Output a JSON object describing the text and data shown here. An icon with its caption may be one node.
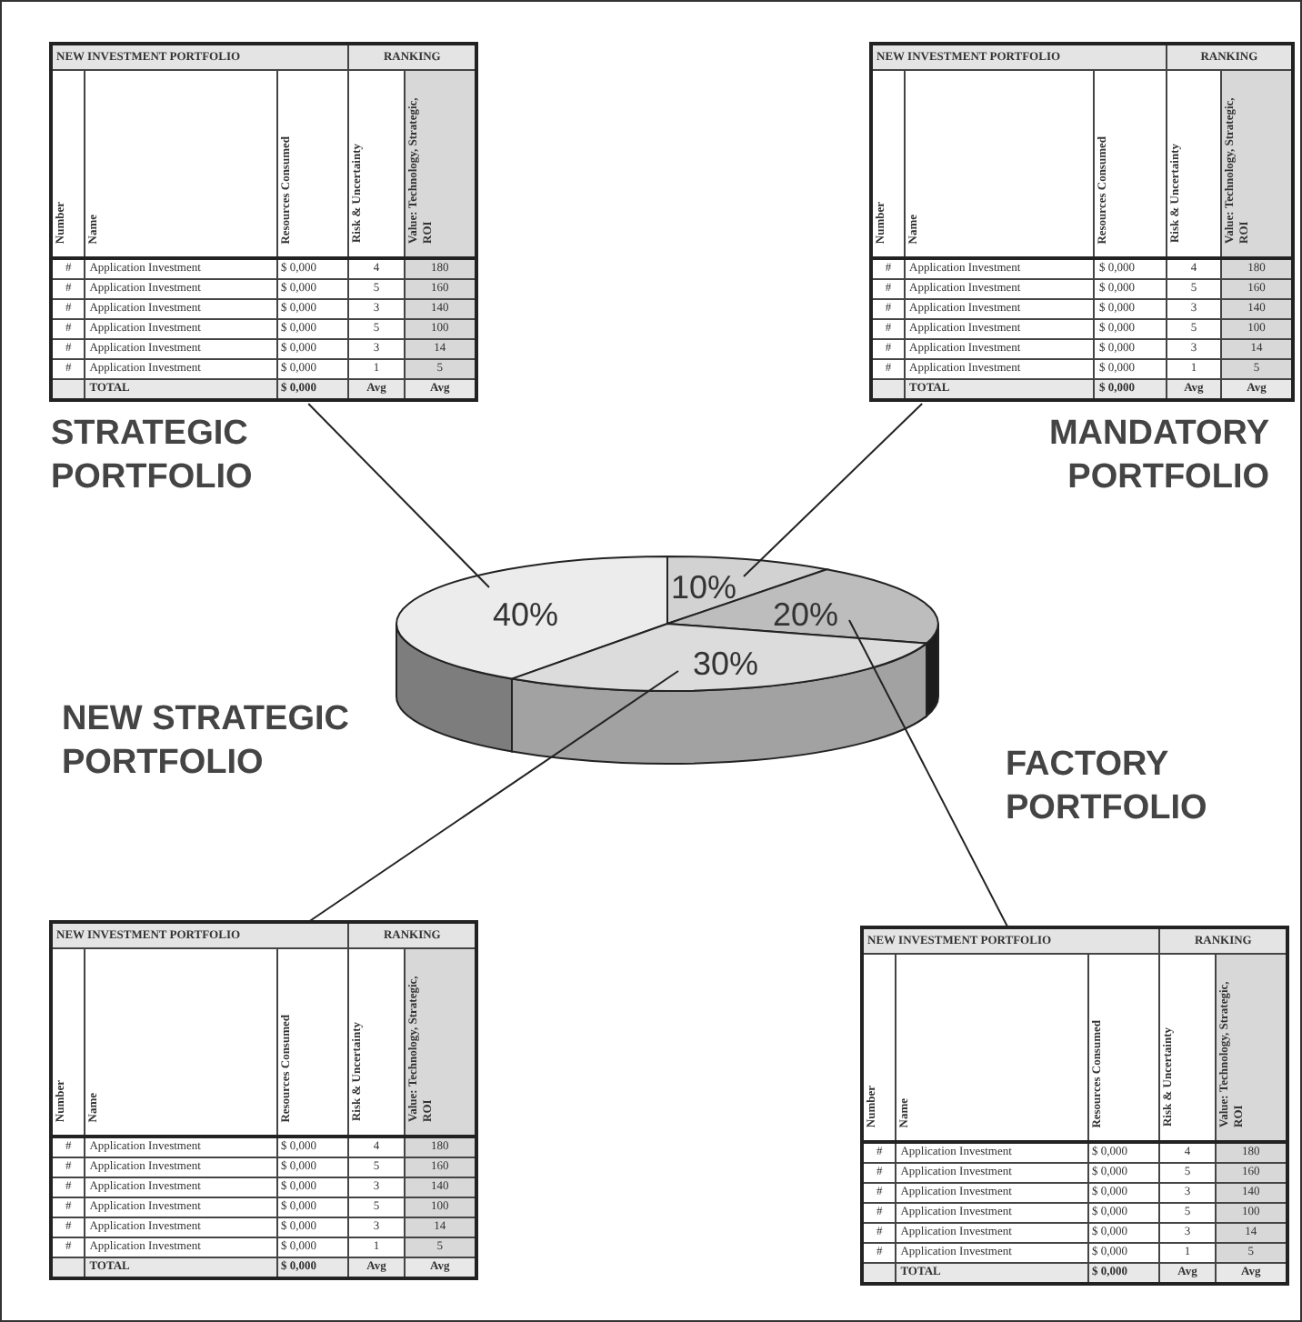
{
  "diagram": {
    "nodes": [
      {
        "text": [
          "NEW INVESTMENT PORTFOLIO",
          "RANKING",
          "Number",
          "Name",
          "Resources Consumed",
          "Risk & Uncertainty",
          "Value: Technology, Strategic, ROI",
          "#",
          "Application Investment",
          "$ 0,000",
          "4",
          "180",
          "#",
          "Application Investment",
          "$ 0,000",
          "5",
          "160",
          "#",
          "Application Investment",
          "$ 0,000",
          "3",
          "140",
          "#",
          "Application Investment",
          "$ 0,000",
          "5",
          "100",
          "#",
          "Application Investment",
          "$ 0,000",
          "3",
          "14",
          "#",
          "Application Investment",
          "$ 0,000",
          "1",
          "5",
          "TOTAL",
          "$ 0,000",
          "Avg",
          "Avg"
        ],
        "beside": [
          "STRATEGIC PORTFOLIO"
        ]
      },
      {
        "text": [
          "NEW INVESTMENT PORTFOLIO",
          "RANKING",
          "Number",
          "Name",
          "Resources Consumed",
          "Risk & Uncertainty",
          "Value: Technology, Strategic, ROI",
          "#",
          "Application Investment",
          "$ 0,000",
          "4",
          "180",
          "#",
          "Application Investment",
          "$ 0,000",
          "5",
          "160",
          "#",
          "Application Investment",
          "$ 0,000",
          "3",
          "140",
          "#",
          "Application Investment",
          "$ 0,000",
          "5",
          "100",
          "#",
          "Application Investment",
          "$ 0,000",
          "3",
          "14",
          "#",
          "Application Investment",
          "$ 0,000",
          "1",
          "5",
          "TOTAL",
          "$ 0,000",
          "Avg",
          "Avg"
        ],
        "beside": [
          "MANDATORY PORTFOLIO"
        ]
      },
      {
        "text": [
          "40%"
        ]
      },
      {
        "text": [
          "10%"
        ]
      },
      {
        "text": [
          "20%"
        ]
      },
      {
        "text": [
          "30%"
        ]
      },
      {
        "text": [
          "NEW INVESTMENT PORTFOLIO",
          "RANKING",
          "Number",
          "Name",
          "Resources Consumed",
          "Risk & Uncertainty",
          "Value: Technology, Strategic, ROI",
          "#",
          "Application Investment",
          "$ 0,000",
          "4",
          "180",
          "#",
          "Application Investment",
          "$ 0,000",
          "5",
          "160",
          "#",
          "Application Investment",
          "$ 0,000",
          "3",
          "140",
          "#",
          "Application Investment",
          "$ 0,000",
          "5",
          "100",
          "#",
          "Application Investment",
          "$ 0,000",
          "3",
          "14",
          "#",
          "Application Investment",
          "$ 0,000",
          "1",
          "5",
          "TOTAL",
          "$ 0,000",
          "Avg",
          "Avg"
        ]
      },
      {
        "text": [
          "NEW INVESTMENT PORTFOLIO",
          "RANKING",
          "Number",
          "Name",
          "Resources Consumed",
          "Risk & Uncertainty",
          "Value: Technology, Strategic, ROI",
          "#",
          "Application Investment",
          "$ 0,000",
          "4",
          "180",
          "#",
          "Application Investment",
          "$ 0,000",
          "5",
          "160",
          "#",
          "Application Investment",
          "$ 0,000",
          "3",
          "140",
          "#",
          "Application Investment",
          "$ 0,000",
          "5",
          "100",
          "#",
          "Application Investment",
          "$ 0,000",
          "3",
          "14",
          "#",
          "Application Investment",
          "$ 0,000",
          "1",
          "5",
          "TOTAL",
          "$ 0,000",
          "Avg",
          "Avg"
        ],
        "beside": [
          "FACTORY PORTFOLIO"
        ]
      }
    ],
    "edges": [
      {
        "from": 2,
        "to": 0,
        "arrow": "none"
      },
      {
        "from": 3,
        "to": 1,
        "arrow": "none"
      },
      {
        "from": 4,
        "to": 7,
        "arrow": "none"
      },
      {
        "from": 5,
        "to": 6,
        "arrow": "none"
      }
    ],
    "labels": [
      "NEW STRATEGIC PORTFOLIO"
    ]
  }
}
